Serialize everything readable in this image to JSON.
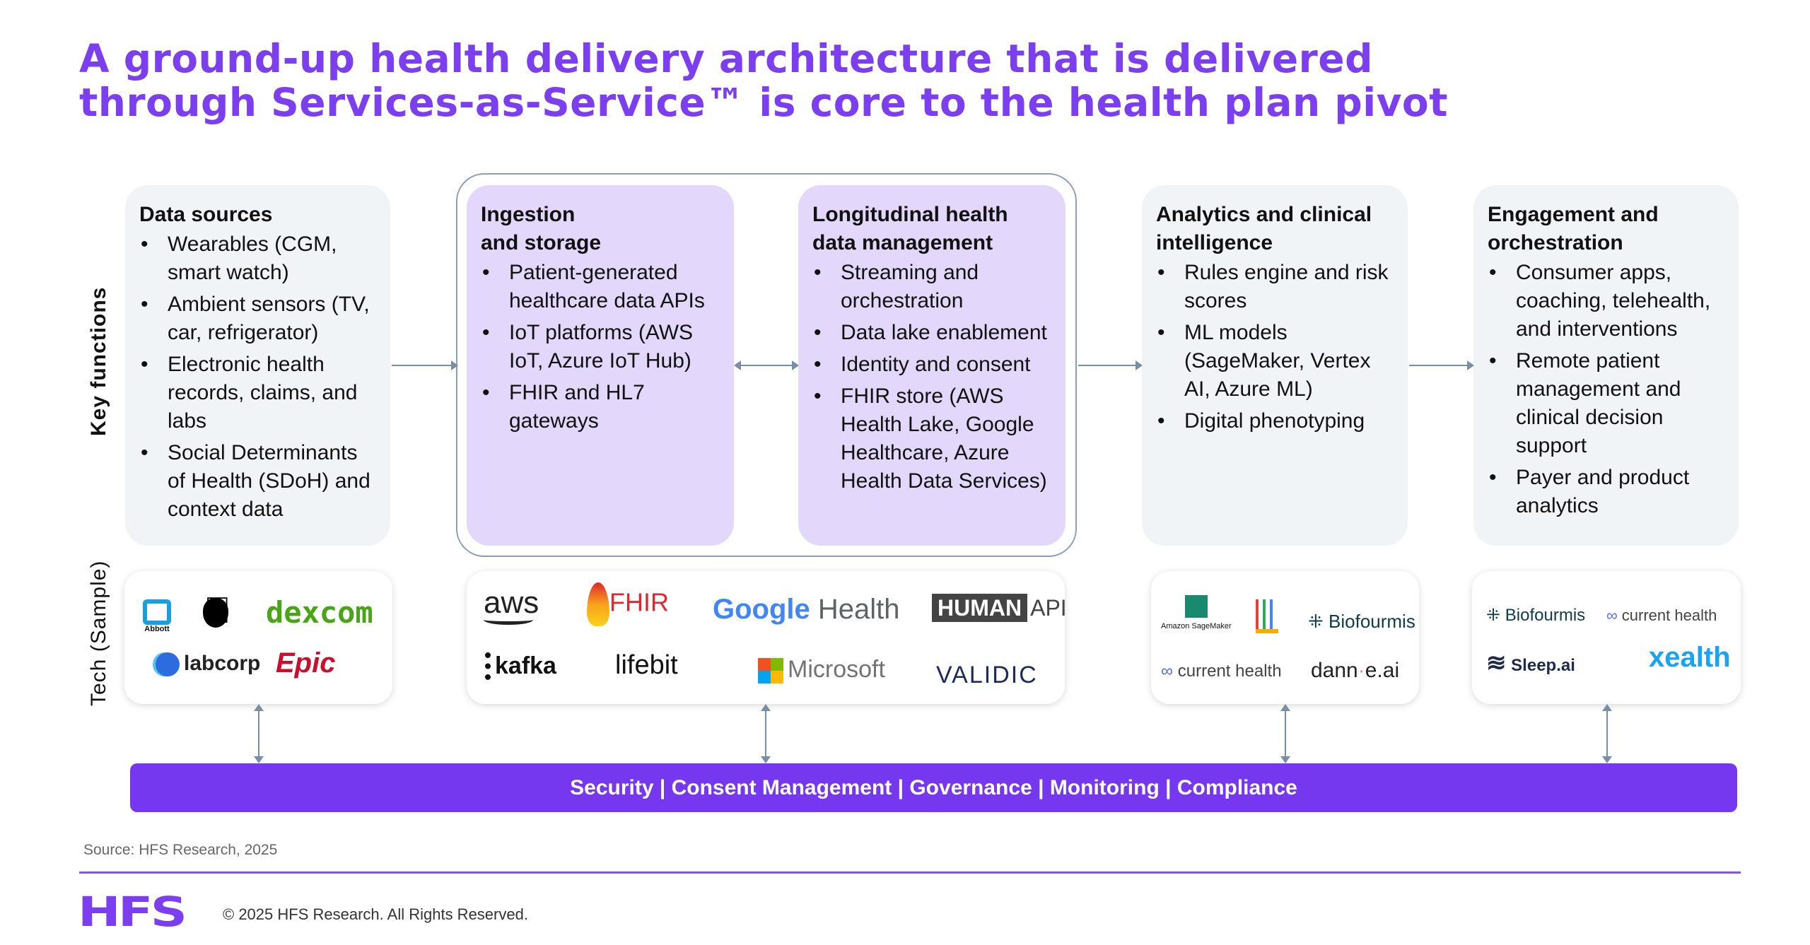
{
  "title": {
    "line1": "A ground-up health delivery architecture that is delivered",
    "line2": "through Services-as-Service™ is core to the health plan pivot"
  },
  "labels": {
    "key_functions": "Key functions",
    "tech_sample": "Tech (Sample)"
  },
  "columns": [
    {
      "heading": "Data sources",
      "items": [
        "Wearables (CGM, smart watch)",
        "Ambient sensors (TV, car, refrigerator)",
        "Electronic health records, claims, and labs",
        "Social Determinants of Health (SDoH) and context data"
      ]
    },
    {
      "heading": "Ingestion and storage",
      "items": [
        "Patient-generated healthcare data APIs",
        "IoT platforms (AWS IoT, Azure IoT Hub)",
        "FHIR and HL7 gateways"
      ]
    },
    {
      "heading": "Longitudinal health data management",
      "items": [
        "Streaming and orchestration",
        "Data lake enablement",
        "Identity and consent",
        "FHIR store (AWS Health Lake, Google Healthcare, Azure Health Data Services)"
      ]
    },
    {
      "heading": "Analytics and clinical intelligence",
      "items": [
        "Rules engine and risk scores",
        "ML models (SageMaker, Vertex AI, Azure ML)",
        "Digital phenotyping"
      ]
    },
    {
      "heading": "Engagement and orchestration",
      "items": [
        "Consumer apps, coaching, telehealth, and interventions",
        "Remote patient management and clinical decision support",
        "Payer and product analytics"
      ]
    }
  ],
  "tech": {
    "g1": [
      "Abbott",
      "dexcom",
      "labcorp",
      "Epic"
    ],
    "g2": [
      "aws",
      "FHIR",
      "Google",
      "Health",
      "HUMAN",
      "API",
      "kafka",
      "lifebit",
      "Microsoft",
      "VALIDIC"
    ],
    "g3": [
      "Amazon SageMaker",
      "Biofourmis",
      "current health",
      "dann",
      "e.ai"
    ],
    "g4": [
      "Biofourmis",
      "current health",
      "Sleep.ai",
      "xealth"
    ]
  },
  "bar": "Security | Consent Management | Governance | Monitoring | Compliance",
  "source": "Source: HFS Research, 2025",
  "footer": {
    "logo": "HFS",
    "copyright": "© 2025 HFS Research. All Rights Reserved."
  },
  "colors": {
    "accent": "#7c3ff0",
    "bar": "#7638ee",
    "lavender": "#e3d8fb",
    "grey_box": "#f1f4f7"
  }
}
